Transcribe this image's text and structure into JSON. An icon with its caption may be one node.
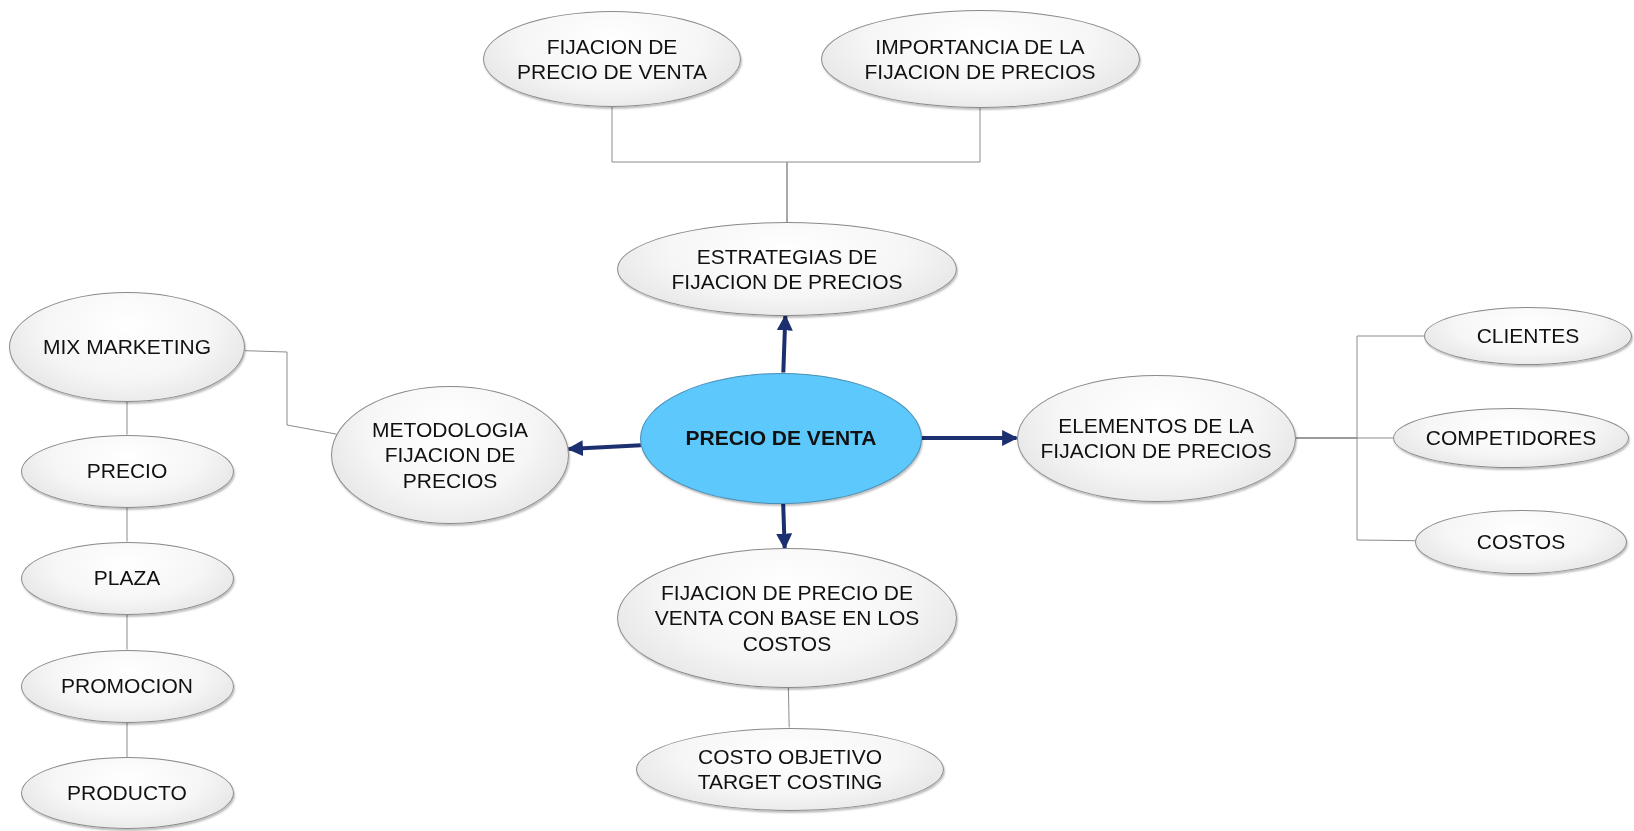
{
  "diagram": {
    "nodes": [
      {
        "text": [
          "PRECIO DE VENTA"
        ]
      },
      {
        "text": [
          "ESTRATEGIAS DE FIJACION DE PRECIOS"
        ]
      },
      {
        "text": [
          "FIJACION DE PRECIO DE VENTA"
        ]
      },
      {
        "text": [
          "IMPORTANCIA DE LA FIJACION DE PRECIOS"
        ]
      },
      {
        "text": [
          "METODOLOGIA FIJACION DE PRECIOS"
        ]
      },
      {
        "text": [
          "MIX MARKETING"
        ]
      },
      {
        "text": [
          "PRECIO"
        ]
      },
      {
        "text": [
          "PLAZA"
        ]
      },
      {
        "text": [
          "PROMOCION"
        ]
      },
      {
        "text": [
          "PRODUCTO"
        ]
      },
      {
        "text": [
          "ELEMENTOS DE LA FIJACION DE PRECIOS"
        ]
      },
      {
        "text": [
          "CLIENTES"
        ]
      },
      {
        "text": [
          "COMPETIDORES"
        ]
      },
      {
        "text": [
          "COSTOS"
        ]
      },
      {
        "text": [
          "FIJACION DE PRECIO DE VENTA CON BASE EN LOS COSTOS"
        ]
      },
      {
        "text": [
          "COSTO OBJETIVO TARGET COSTING"
        ]
      }
    ],
    "edges": [
      {
        "from": 0,
        "to": 1,
        "arrow": "to",
        "style": "thick",
        "color": "#1c2f6e"
      },
      {
        "from": 0,
        "to": 4,
        "arrow": "to",
        "style": "thick",
        "color": "#1c2f6e"
      },
      {
        "from": 0,
        "to": 10,
        "arrow": "to",
        "style": "thick",
        "color": "#1c2f6e"
      },
      {
        "from": 0,
        "to": 14,
        "arrow": "to",
        "style": "thick",
        "color": "#1c2f6e"
      },
      {
        "from": 1,
        "to": 2,
        "arrow": "none"
      },
      {
        "from": 1,
        "to": 3,
        "arrow": "none"
      },
      {
        "from": 4,
        "to": 5,
        "arrow": "none"
      },
      {
        "from": 5,
        "to": 6,
        "arrow": "none"
      },
      {
        "from": 6,
        "to": 7,
        "arrow": "none"
      },
      {
        "from": 7,
        "to": 8,
        "arrow": "none"
      },
      {
        "from": 8,
        "to": 9,
        "arrow": "none"
      },
      {
        "from": 10,
        "to": 11,
        "arrow": "none"
      },
      {
        "from": 10,
        "to": 12,
        "arrow": "none"
      },
      {
        "from": 10,
        "to": 13,
        "arrow": "none"
      },
      {
        "from": 14,
        "to": 15,
        "arrow": "none"
      }
    ]
  }
}
